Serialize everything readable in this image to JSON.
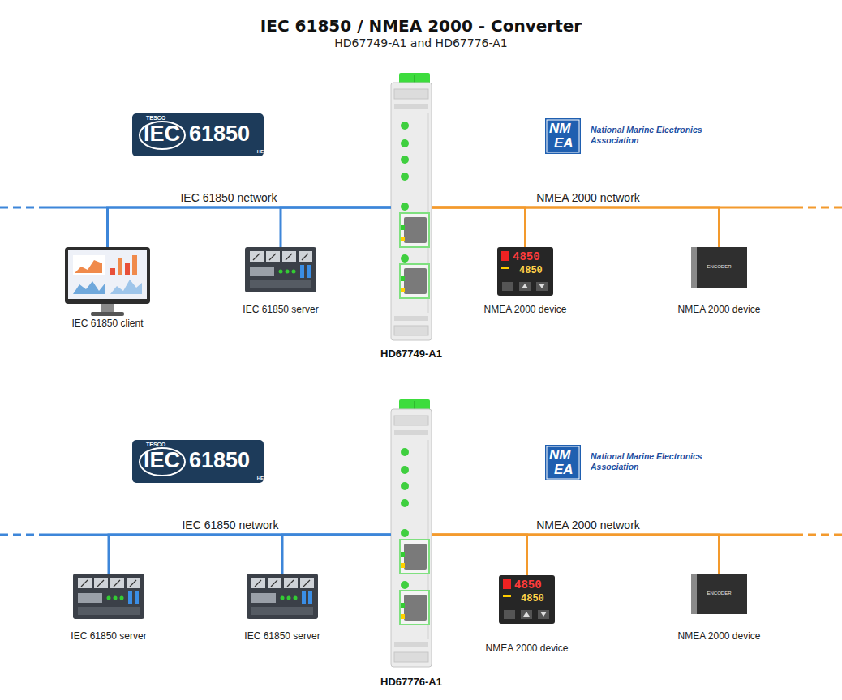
{
  "diagram": {
    "title": "IEC 61850 / NMEA 2000 - Converter",
    "nodes": [
      {
        "text": [
          "TESCO",
          "IEC",
          "61850",
          "HELP DESK"
        ]
      },
      {
        "text": [
          "NM",
          "EA",
          "National Marine Electronics Association"
        ]
      },
      {
        "text": [
          "IEC 61850 client"
        ]
      },
      {
        "text": [
          "IEC 61850 server"
        ]
      },
      {
        "text": [
          "HD67749-A1"
        ]
      },
      {
        "text": [
          "4850",
          "4850",
          "NMEA 2000 device"
        ]
      },
      {
        "text": [
          "ENCODER",
          "NMEA 2000 device"
        ]
      },
      {
        "text": [
          "TESCO",
          "IEC",
          "61850",
          "HELP DESK"
        ]
      },
      {
        "text": [
          "NM",
          "EA",
          "National Marine Electronics Association"
        ]
      },
      {
        "text": [
          "IEC 61850 server"
        ]
      },
      {
        "text": [
          "IEC 61850 server"
        ]
      },
      {
        "text": [
          "HD67776-A1"
        ]
      },
      {
        "text": [
          "4850",
          "4850",
          "NMEA 2000 device"
        ]
      },
      {
        "text": [
          "ENCODER",
          "NMEA 2000 device"
        ]
      }
    ],
    "edges": [
      {
        "from": 2,
        "to": 4,
        "arrow": "none"
      },
      {
        "from": 3,
        "to": 4,
        "arrow": "none"
      },
      {
        "from": 4,
        "to": 5,
        "arrow": "none"
      },
      {
        "from": 4,
        "to": 6,
        "arrow": "none"
      },
      {
        "from": 9,
        "to": 11,
        "arrow": "none"
      },
      {
        "from": 10,
        "to": 11,
        "arrow": "none"
      },
      {
        "from": 11,
        "to": 12,
        "arrow": "none"
      },
      {
        "from": 11,
        "to": 13,
        "arrow": "none"
      }
    ],
    "labels": [
      "HD67749-A1 and HD67776-A1",
      "IEC 61850 network",
      "NMEA 2000 network",
      "IEC 61850 network",
      "NMEA 2000 network"
    ]
  }
}
